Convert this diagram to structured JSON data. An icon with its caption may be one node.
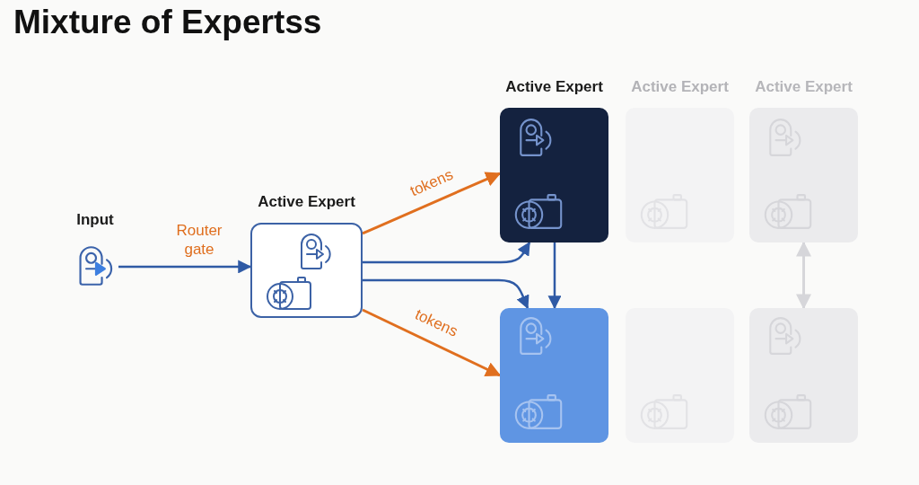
{
  "diagram": {
    "title": "Mixture of Expertss",
    "nodes": [
      {
        "text": [
          "Input"
        ]
      },
      {
        "text": [
          "Active Expert"
        ]
      },
      {
        "text": [
          "Active Expert"
        ]
      },
      {
        "text": [
          "Active Expert"
        ]
      },
      {
        "text": [
          "Active Expert"
        ]
      },
      {
        "text": [],
        "shape": "box"
      },
      {
        "text": [],
        "shape": "box"
      },
      {
        "text": [],
        "shape": "box"
      }
    ],
    "edges": [
      {
        "from": 0,
        "to": 1,
        "arrow": "to",
        "label": "Router gate"
      },
      {
        "from": 1,
        "to": 2,
        "arrow": "to",
        "label": "tokens",
        "color": "#e06f1f"
      },
      {
        "from": 1,
        "to": 2,
        "arrow": "to"
      },
      {
        "from": 1,
        "to": 5,
        "arrow": "to"
      },
      {
        "from": 1,
        "to": 5,
        "arrow": "to",
        "label": "tokens",
        "color": "#e06f1f"
      },
      {
        "from": 2,
        "to": 5,
        "arrow": "to"
      },
      {
        "from": 4,
        "to": 7,
        "arrow": "both",
        "color": "#d6d6da"
      }
    ]
  }
}
